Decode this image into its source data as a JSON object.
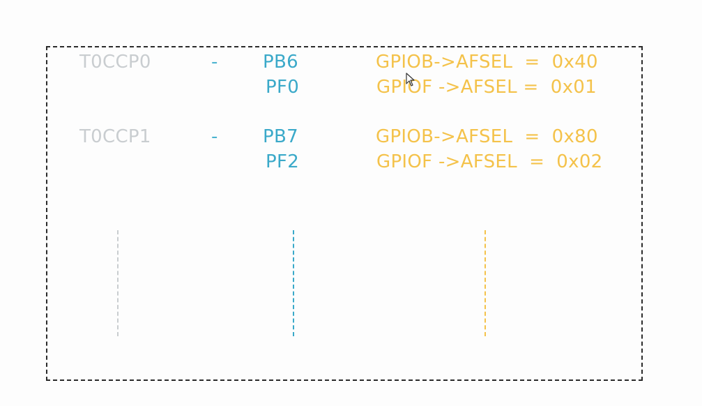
{
  "rows": [
    {
      "timer": "T0CCP0",
      "dash": "-",
      "pins": [
        "PB6",
        "PF0"
      ],
      "registers": [
        "GPIOB->AFSEL  =  0x40",
        "GPIOF ->AFSEL =  0x01"
      ]
    },
    {
      "timer": "T0CCP1",
      "dash": "-",
      "pins": [
        "PB7",
        "PF2"
      ],
      "registers": [
        "GPIOB->AFSEL  =  0x80",
        "GPIOF ->AFSEL  =  0x02"
      ]
    }
  ],
  "colors": {
    "timer": "#c9cdd0",
    "pin": "#3aa9c9",
    "register": "#f4c24a",
    "frame": "#2a2a2a"
  },
  "icons": {
    "cursor": "mouse-pointer-icon"
  }
}
